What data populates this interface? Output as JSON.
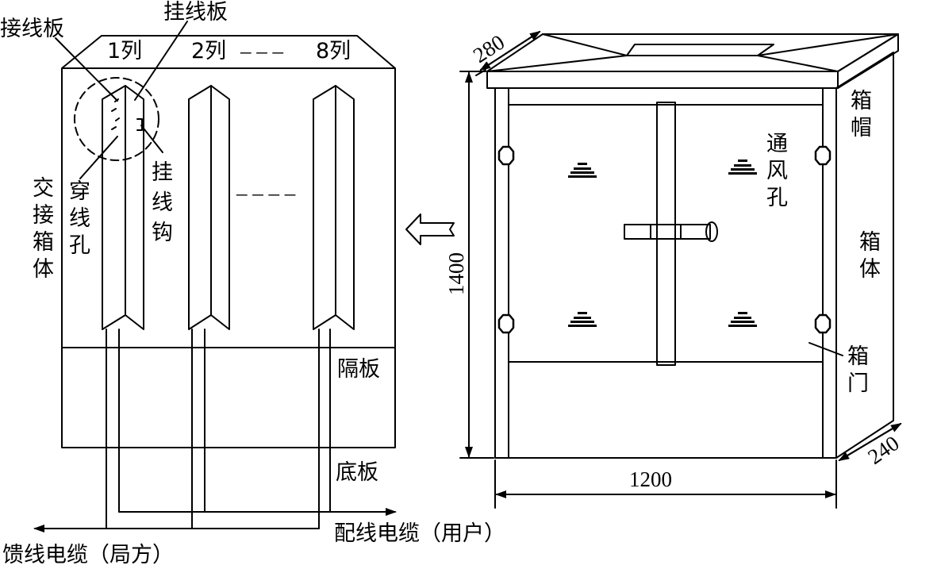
{
  "left": {
    "jiexianban": "接线板",
    "guaxianban_top": "挂线板",
    "col1": "1列",
    "col2": "2列",
    "col8": "8列",
    "dash": "– – –",
    "box_body": [
      "交",
      "接",
      "箱",
      "体"
    ],
    "chuanxiankong": [
      "穿",
      "线",
      "孔"
    ],
    "guaxiangou": [
      "挂",
      "线",
      "钩"
    ],
    "mid_dash": "– – – –",
    "gebban": "隔板",
    "diban": "底板",
    "peixian": "配线电缆（用户）",
    "kuixian": "馈线电缆（局方）"
  },
  "right": {
    "dim_depth_top": "280",
    "dim_height": "1400",
    "dim_width": "1200",
    "dim_depth_bottom": "240",
    "xiangmao": [
      "箱",
      "帽"
    ],
    "tongfengkong": [
      "通",
      "风",
      "孔"
    ],
    "xiangti": [
      "箱",
      "体"
    ],
    "xiangmen": [
      "箱",
      "门"
    ]
  },
  "icons": {
    "arrow": "hollow-left-arrow-icon"
  }
}
